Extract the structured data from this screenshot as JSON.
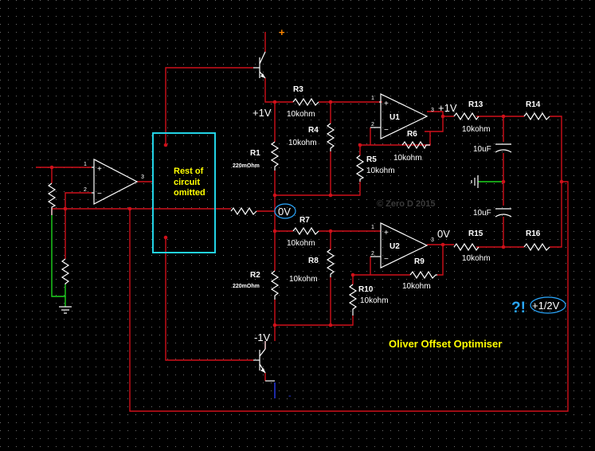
{
  "title": "Oliver Offset Optimiser",
  "watermark": "© Zero D 2015",
  "block": {
    "line1": "Rest of",
    "line2": "circuit",
    "line3": "omitted"
  },
  "supply": {
    "plus": "+",
    "minus": "-"
  },
  "voltages": {
    "plus1": "+1V",
    "zero": "0V",
    "minus1": "-1V",
    "u1_out": "+1V",
    "u2_out": "0V",
    "half": "+1/2V",
    "question": "?!"
  },
  "amps": {
    "u1": "U1",
    "u2": "U2"
  },
  "pins": {
    "p1": "1",
    "p2": "2",
    "p3": "3"
  },
  "opamp_signs": {
    "plus": "+",
    "minus": "−"
  },
  "resistors": {
    "r1": {
      "name": "R1",
      "value": "220mOhm"
    },
    "r2": {
      "name": "R2",
      "value": "220mOhm"
    },
    "r3": {
      "name": "R3",
      "value": "10kohm"
    },
    "r4": {
      "name": "R4",
      "value": "10kohm"
    },
    "r5": {
      "name": "R5",
      "value": "10kohm"
    },
    "r6": {
      "name": "R6",
      "value": "10kohm"
    },
    "r7": {
      "name": "R7",
      "value": "10kohm"
    },
    "r8": {
      "name": "R8",
      "value": "10kohm"
    },
    "r9": {
      "name": "R9",
      "value": "10kohm"
    },
    "r10": {
      "name": "R10",
      "value": "10kohm"
    },
    "r13": {
      "name": "R13",
      "value": "10kohm"
    },
    "r14": {
      "name": "R14"
    },
    "r15": {
      "name": "R15",
      "value": "10kohm"
    },
    "r16": {
      "name": "R16"
    }
  },
  "capacitors": {
    "c1": "10uF",
    "c2": "10uF"
  },
  "colors": {
    "background": "#000000",
    "wire": "#d0101a",
    "ground_wire": "#1ed41e",
    "block_border": "#22d3e6",
    "block_text": "#ffff00",
    "title": "#ffff00",
    "supply_plus": "#ff8800",
    "annotation": "#2aa8ff"
  }
}
